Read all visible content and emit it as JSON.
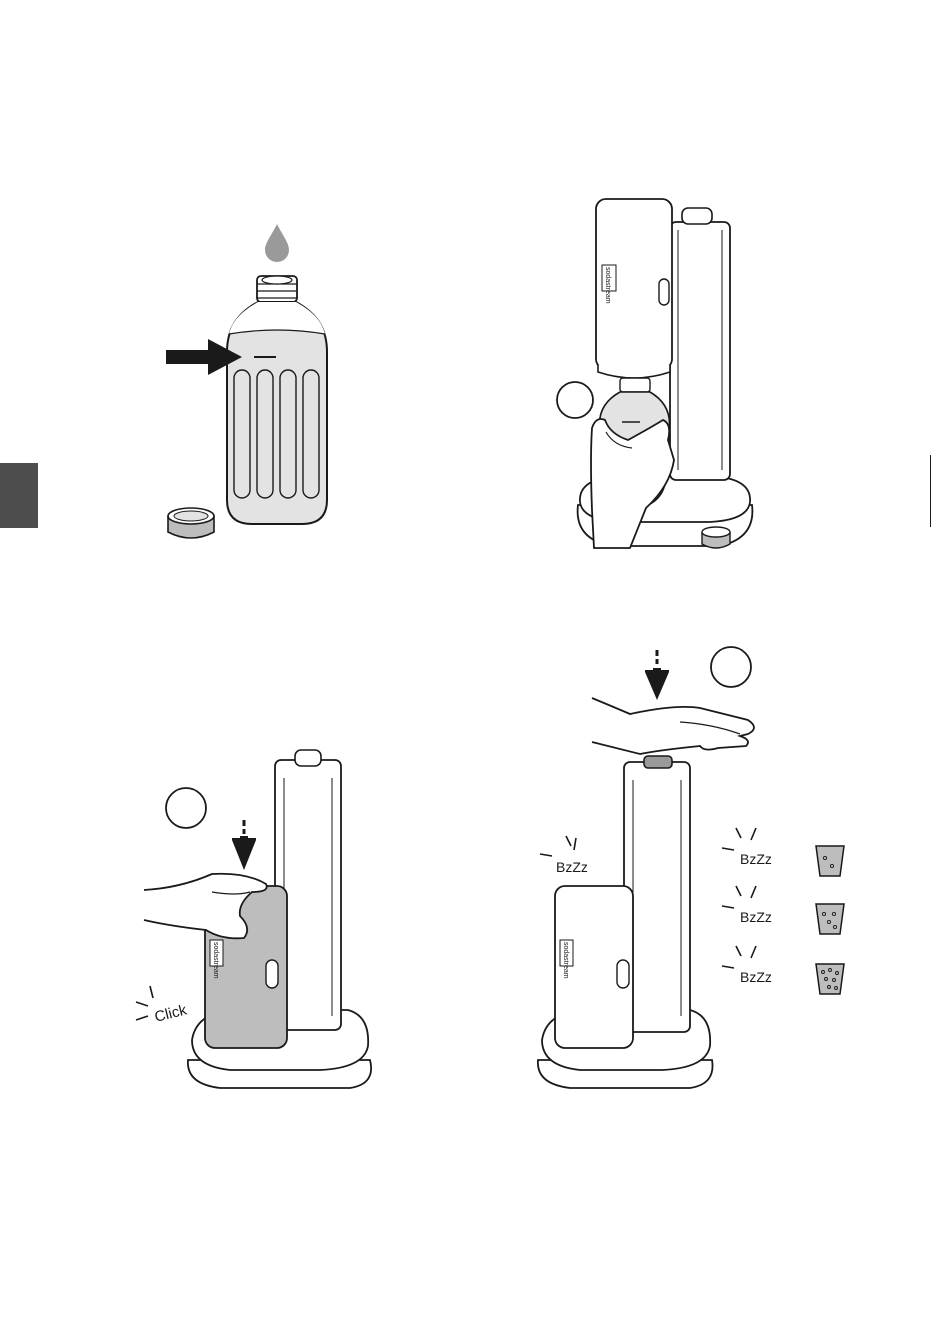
{
  "colors": {
    "stroke": "#1a1a1a",
    "water": "#e3e3e3",
    "dark_fill": "#4d4d4d",
    "gray_fill": "#bdbdbd",
    "paper": "#ffffff"
  },
  "panels": {
    "fill_bottle": {},
    "attach_bottle": {
      "brand_label": "sodastream"
    },
    "lock_bottle": {
      "brand_label": "sodastream",
      "sound": "Click"
    },
    "carbonate": {
      "brand_label": "sodastream",
      "sound": "BzZz",
      "levels": [
        {
          "sound": "BzZz",
          "bubbles": 2
        },
        {
          "sound": "BzZz",
          "bubbles": 4
        },
        {
          "sound": "BzZz",
          "bubbles": 7
        }
      ]
    }
  }
}
